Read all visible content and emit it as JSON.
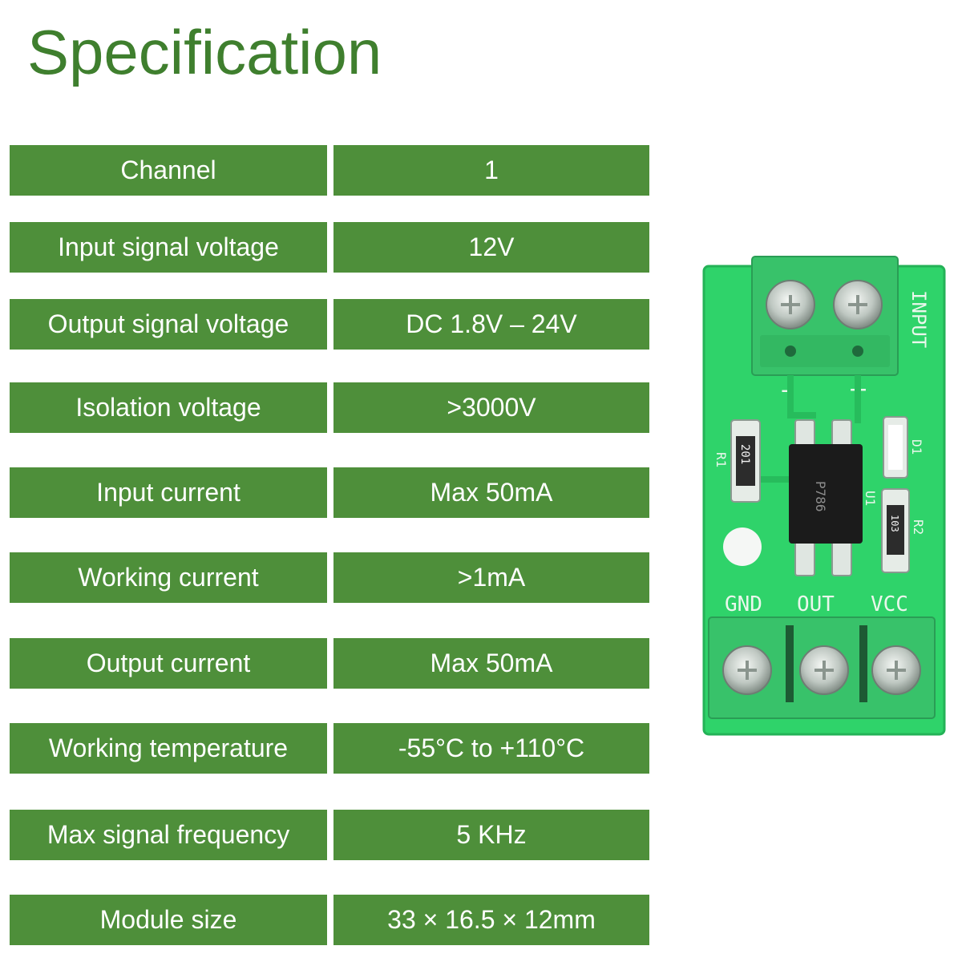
{
  "header": {
    "title": "Specification"
  },
  "specs": [
    {
      "label": "Channel",
      "value": "1"
    },
    {
      "label": "Input signal voltage",
      "value": "12V"
    },
    {
      "label": "Output signal voltage",
      "value": "DC 1.8V – 24V"
    },
    {
      "label": "Isolation voltage",
      "value": ">3000V"
    },
    {
      "label": "Input current",
      "value": "Max 50mA"
    },
    {
      "label": "Working current",
      "value": ">1mA"
    },
    {
      "label": "Output current",
      "value": "Max 50mA"
    },
    {
      "label": "Working temperature",
      "value": "-55°C to +110°C"
    },
    {
      "label": "Max signal frequency",
      "value": "5 KHz"
    },
    {
      "label": "Module size",
      "value": "33 × 16.5 × 12mm"
    }
  ],
  "module": {
    "input_label": "INPUT",
    "minus": "-",
    "plus": "+",
    "pin_gnd": "GND",
    "pin_out": "OUT",
    "pin_vcc": "VCC",
    "r1": "R1",
    "r1_code": "201",
    "r2": "R2",
    "r2_code": "103",
    "d1": "D1",
    "u1": "U1",
    "chip_text": "P786",
    "pcb_color": "#2fd36a",
    "terminal_color": "#38c26a"
  }
}
